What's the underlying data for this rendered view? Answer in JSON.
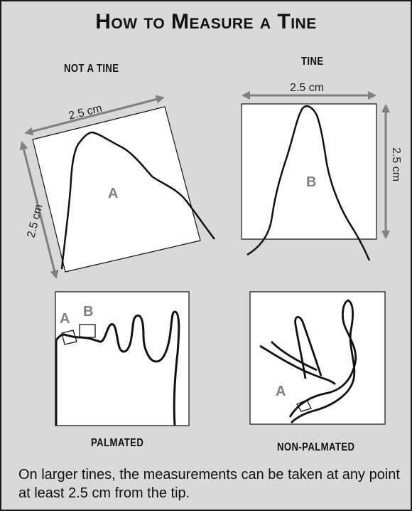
{
  "title": "How to Measure a Tine",
  "labels": {
    "not_tine": "NOT A TINE",
    "tine": "TINE",
    "palmated": "PALMATED",
    "non_palmated": "NON-PALMATED"
  },
  "measure": {
    "not_tine_top": "2.5 cm",
    "not_tine_side": "2.5 cm",
    "tine_top": "2.5 cm",
    "tine_side": "2.5 cm"
  },
  "markers": {
    "not_tine": "A",
    "tine": "B",
    "palmated_a": "A",
    "palmated_b": "B",
    "non_palmated_a": "A"
  },
  "caption": "On larger tines, the measurements can be taken at any point at least 2.5 cm from the tip.",
  "colors": {
    "background": "#d9d9d9",
    "border": "#1a1a1a",
    "arrow": "#808080",
    "marker_letter": "#808080"
  }
}
